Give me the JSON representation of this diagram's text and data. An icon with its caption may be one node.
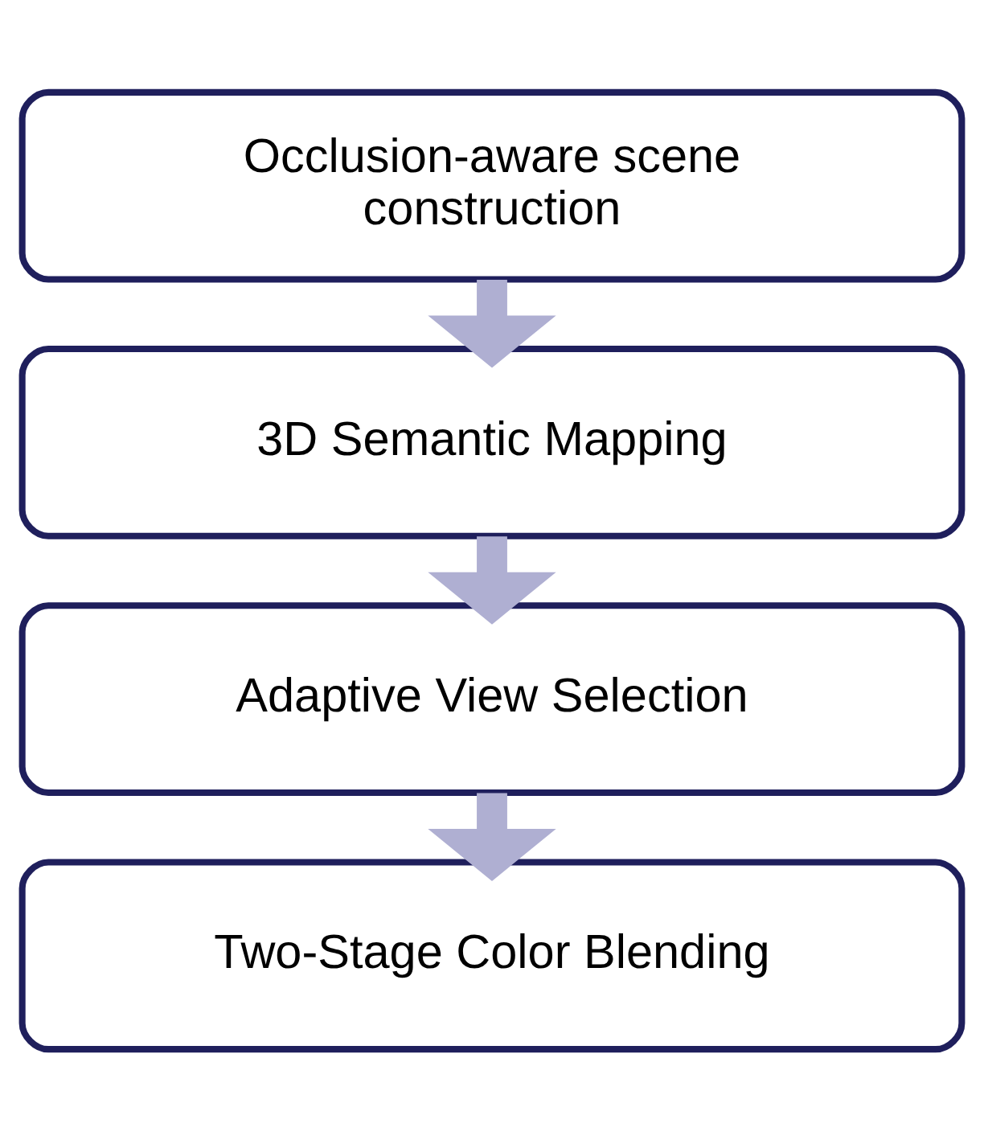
{
  "diagram": {
    "nodes": [
      {
        "text": [
          "Occlusion-aware scene construction"
        ]
      },
      {
        "text": [
          "3D Semantic Mapping"
        ]
      },
      {
        "text": [
          "Adaptive View Selection"
        ]
      },
      {
        "text": [
          "Two-Stage Color Blending"
        ]
      }
    ],
    "edges": [
      {
        "from": 0,
        "to": 1,
        "arrow": "to"
      },
      {
        "from": 1,
        "to": 2,
        "arrow": "to"
      },
      {
        "from": 2,
        "to": 3,
        "arrow": "to"
      }
    ]
  }
}
